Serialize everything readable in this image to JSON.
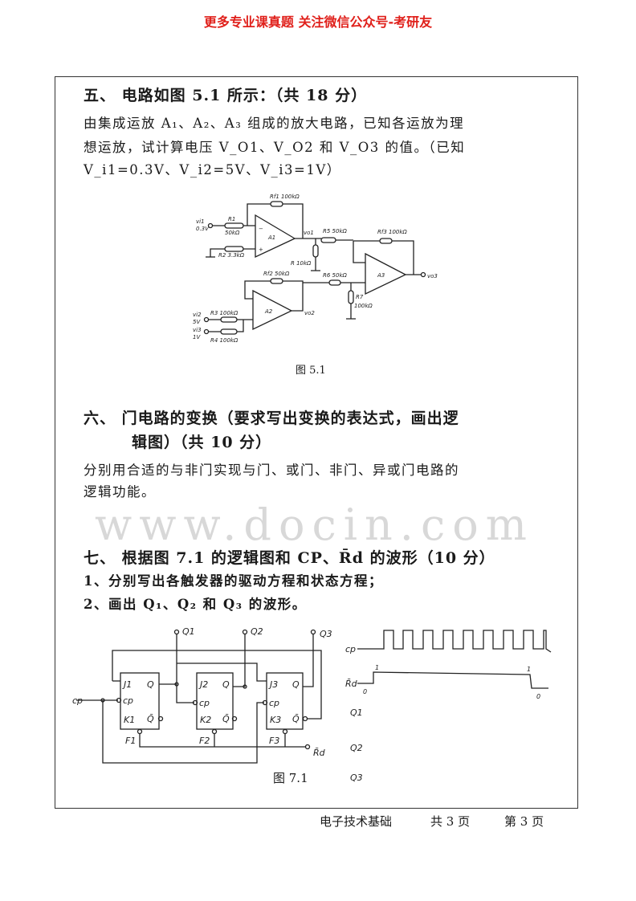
{
  "banner": "更多专业课真题 关注微信公众号-考研友",
  "watermark": "www.docin.com",
  "q5": {
    "title": "五、  电路如图 5.1 所示：（共 18 分）",
    "line1": "由集成运放 A₁、A₂、A₃ 组成的放大电路，已知各运放为理",
    "line2": "想运放，试计算电压 V_O1、V_O2 和 V_O3 的值。（已知",
    "line3": "V_i1=0.3V、V_i2=5V、V_i3=1V）",
    "caption": "图 5.1",
    "labels": {
      "vi1": "vi1",
      "vi1v": "0.3V",
      "r1": "R1",
      "r1v": "50kΩ",
      "r2": "R2 3.3kΩ",
      "rf1": "Rf1 100kΩ",
      "a1": "A1",
      "vo1": "vo1",
      "r5": "R5 50kΩ",
      "rp": "R 10kΩ",
      "rf3": "Rf3 100kΩ",
      "a3": "A3",
      "vo3": "vo3",
      "rf2": "Rf2 50kΩ",
      "r6": "R6 50kΩ",
      "r7": "R7",
      "r7v": "100kΩ",
      "a2": "A2",
      "vo2": "vo2",
      "vi2": "vi2",
      "vi2v": "5V",
      "vi3": "vi3",
      "vi3v": "1V",
      "r3": "R3 100kΩ",
      "r4": "R4 100kΩ",
      "minus": "−",
      "plus": "+"
    }
  },
  "q6": {
    "title1": "六、  门电路的变换（要求写出变换的表达式，画出逻",
    "title2": "辑图）（共 10 分）",
    "line1": "分别用合适的与非门实现与门、或门、非门、异或门电路的",
    "line2": "逻辑功能。"
  },
  "q7": {
    "title": "七、  根据图 7.1 的逻辑图和 CP、R̄d 的波形（10 分）",
    "line1": "1、分别写出各触发器的驱动方程和状态方程；",
    "line2": "2、画出 Q₁、Q₂ 和 Q₃ 的波形。",
    "caption": "图 7.1",
    "labels": {
      "q1": "Q1",
      "q2": "Q2",
      "q3": "Q3",
      "cp": "cp",
      "rd": "R̄d",
      "j1": "J1",
      "k1": "K1",
      "j2": "J2",
      "k2": "K2",
      "j3": "J3",
      "k3": "K3",
      "q": "Q",
      "qbar": "Q̄",
      "cpin": "cp",
      "f1": "F1",
      "f2": "F2",
      "f3": "F3",
      "w_cp": "cp",
      "w_rd": "R̄d",
      "w_q1": "Q1",
      "w_q2": "Q2",
      "w_q3": "Q3",
      "one": "1",
      "zero": "0"
    }
  },
  "footer": {
    "subject": "电子技术基础",
    "total": "共 3 页",
    "page": "第 3 页"
  }
}
